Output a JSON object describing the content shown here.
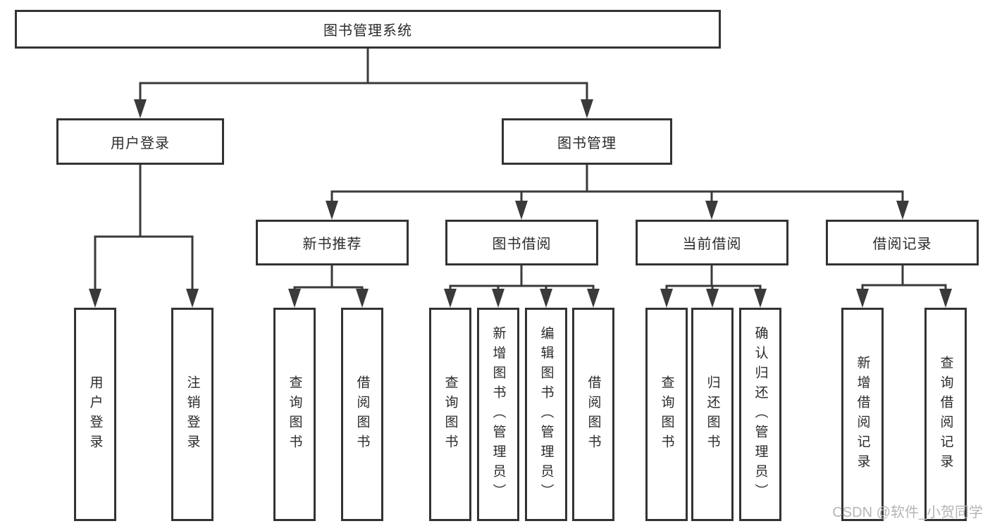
{
  "tree": {
    "root": "图书管理系统",
    "level2": [
      "用户登录",
      "图书管理"
    ],
    "level3": [
      "新书推荐",
      "图书借阅",
      "当前借阅",
      "借阅记录"
    ],
    "leaves": {
      "user_login": [
        "用户登录",
        "注销登录"
      ],
      "new_book": [
        "查询图书",
        "借阅图书"
      ],
      "book_borrow": [
        "查询图书",
        "新增图书（管理员）",
        "编辑图书（管理员）",
        "借阅图书"
      ],
      "current_borrow": [
        "查询图书",
        "归还图书",
        "确认归还（管理员）"
      ],
      "borrow_record": [
        "新增借阅记录",
        "查询借阅记录"
      ]
    }
  },
  "watermark": "CSDN @软件_小贺同学",
  "colors": {
    "line": "#3a3a3a",
    "box_border": "#333333",
    "text": "#2b2b2b",
    "background": "#ffffff",
    "watermark": "#b5b5b5"
  }
}
